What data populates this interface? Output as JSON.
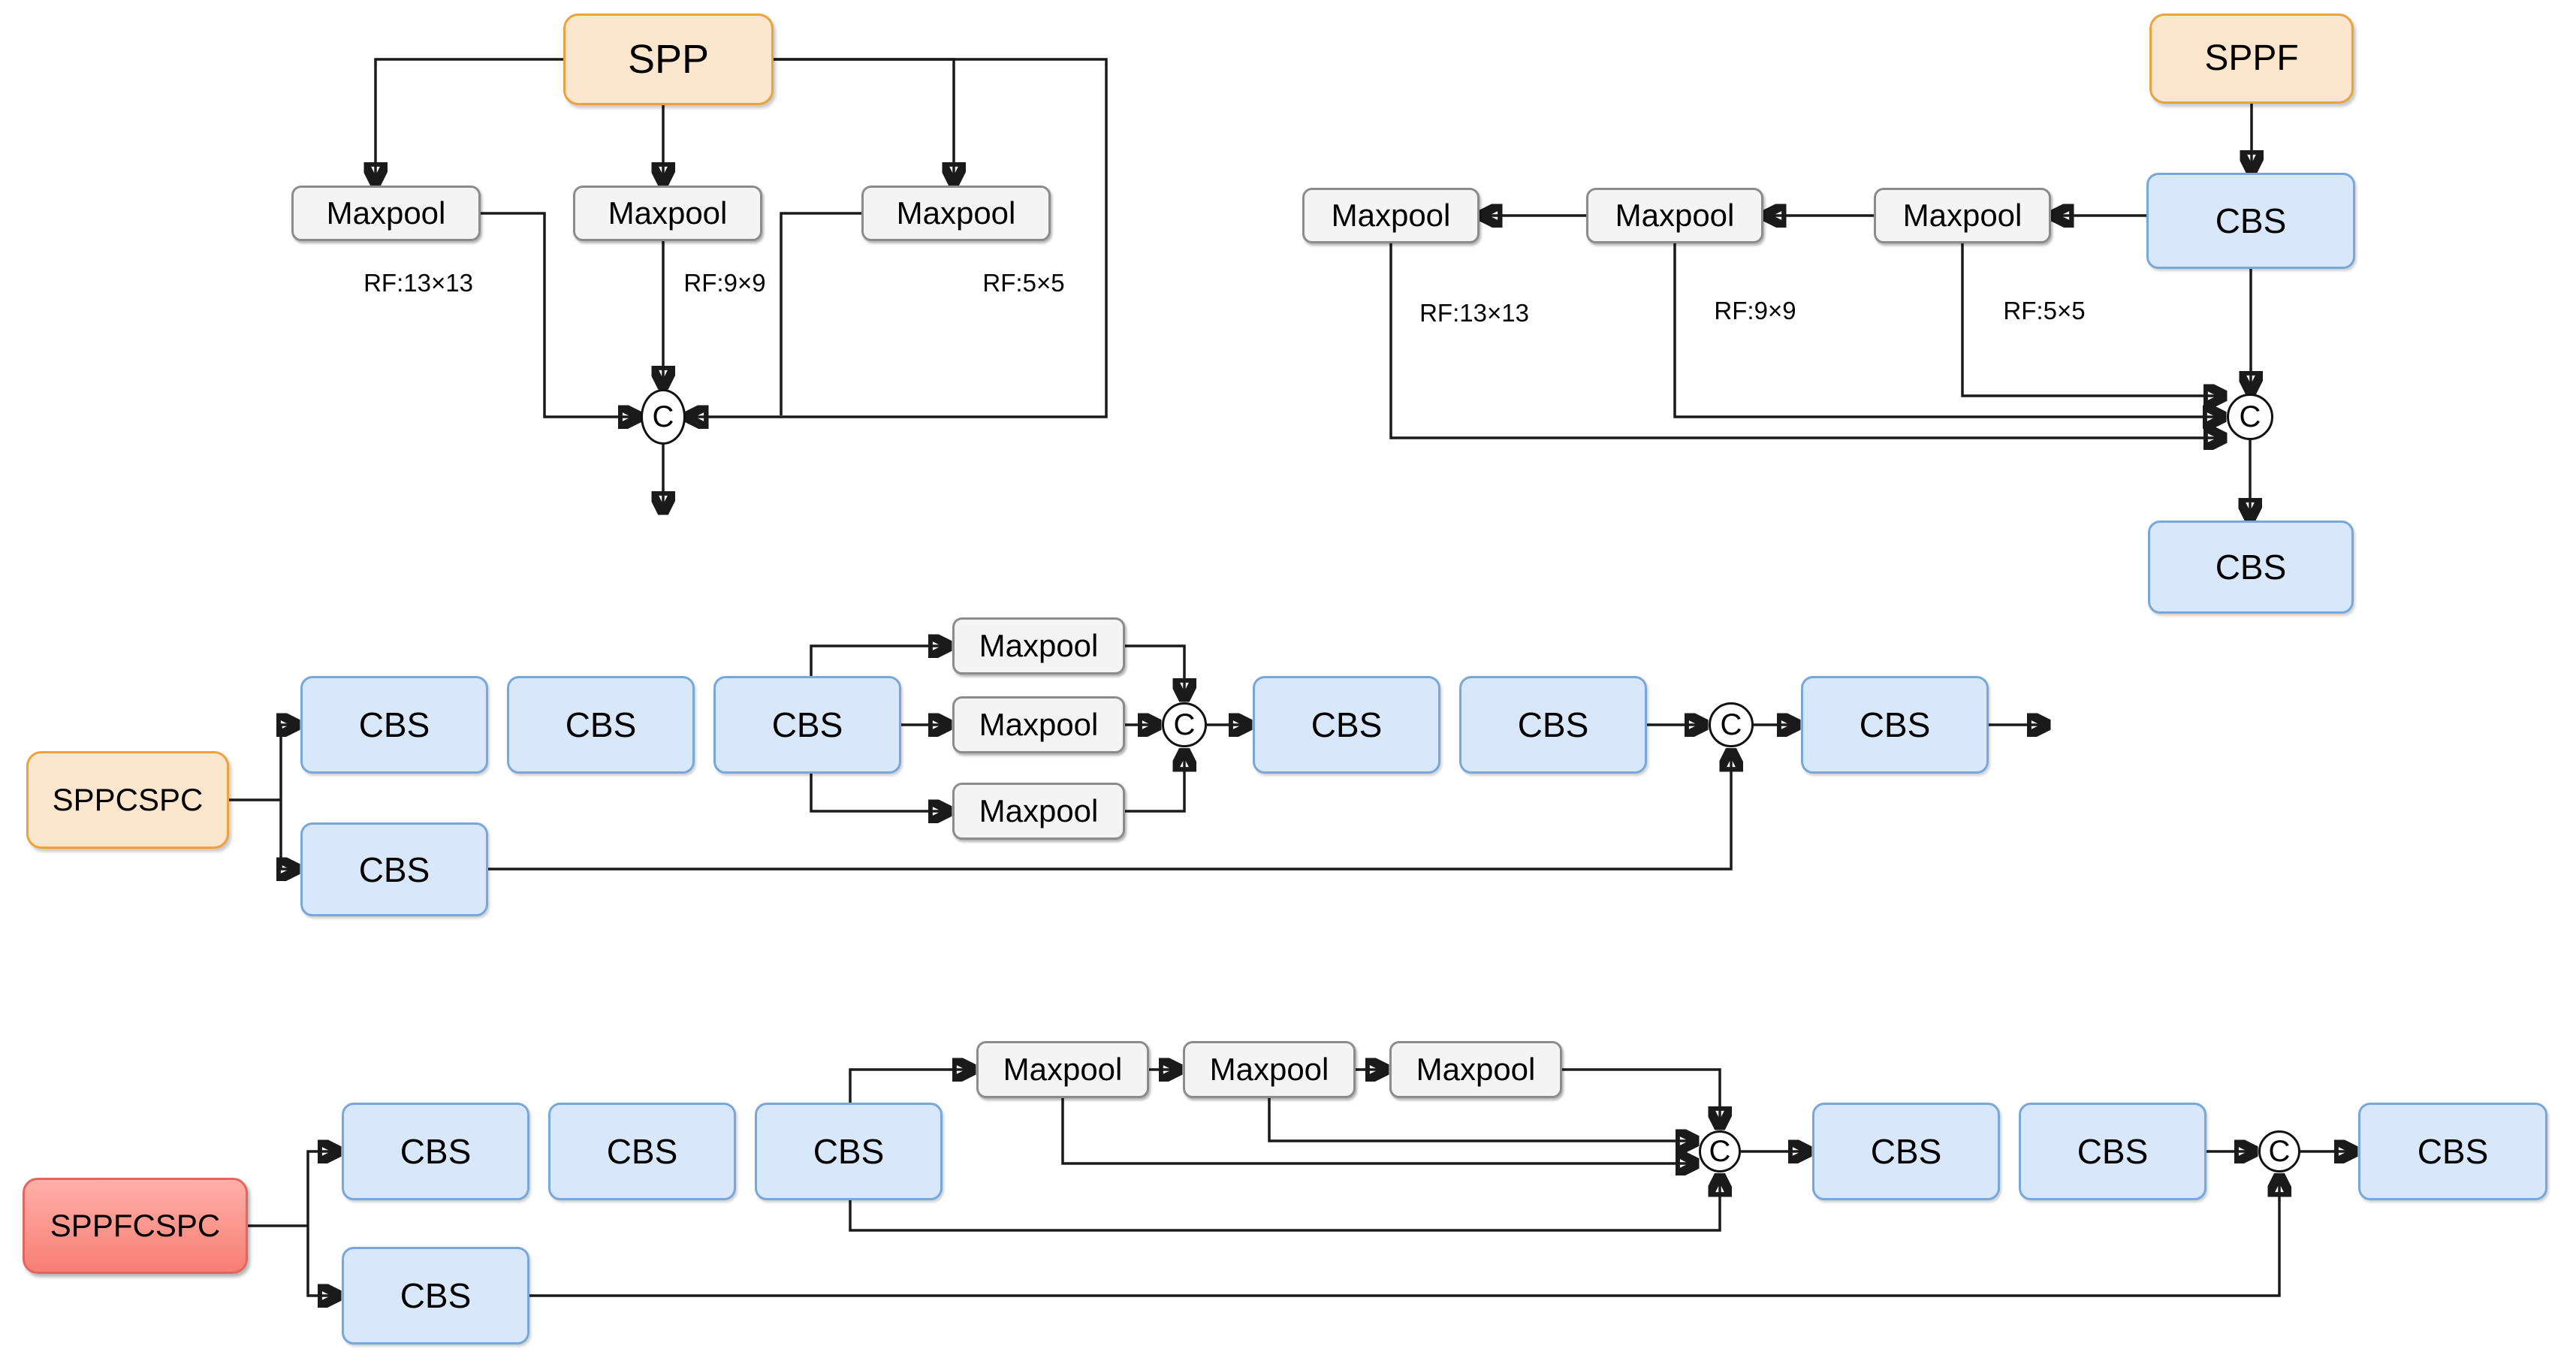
{
  "figure": {
    "background": "#ffffff",
    "line_color": "#1a1a1a"
  },
  "palette": {
    "orange_fill": "#fce6cd",
    "orange_border": "#eda33c",
    "blue_fill": "#d8e7f9",
    "blue_border": "#77a8dc",
    "gray_fill": "#f4f4f4",
    "gray_border": "#8c8c8c",
    "red_fill_top": "#ffb0a9",
    "red_fill_bottom": "#f77e74",
    "red_border": "#e3655e"
  },
  "spp": {
    "title": "SPP",
    "maxpool_labels": [
      "Maxpool",
      "Maxpool",
      "Maxpool"
    ],
    "rf_labels": [
      "RF:13×13",
      "RF:9×9",
      "RF:5×5"
    ],
    "concat_label": "C"
  },
  "sppf": {
    "title": "SPPF",
    "cbs_in_label": "CBS",
    "cbs_out_label": "CBS",
    "maxpool_labels": [
      "Maxpool",
      "Maxpool",
      "Maxpool"
    ],
    "rf_labels": [
      "RF:13×13",
      "RF:9×9",
      "RF:5×5"
    ],
    "concat_label": "C"
  },
  "sppcspc": {
    "title": "SPPCSPC",
    "branch_cbs_labels": [
      "CBS",
      "CBS",
      "CBS"
    ],
    "maxpool_labels": [
      "Maxpool",
      "Maxpool",
      "Maxpool"
    ],
    "concat1_label": "C",
    "post_cbs_labels": [
      "CBS",
      "CBS"
    ],
    "concat2_label": "C",
    "final_cbs_label": "CBS",
    "bypass_cbs_label": "CBS"
  },
  "sppfcspc": {
    "title": "SPPFCSPC",
    "branch_cbs_labels": [
      "CBS",
      "CBS",
      "CBS"
    ],
    "maxpool_labels": [
      "Maxpool",
      "Maxpool",
      "Maxpool"
    ],
    "concat1_label": "C",
    "post_cbs_labels": [
      "CBS",
      "CBS"
    ],
    "concat2_label": "C",
    "final_cbs_label": "CBS",
    "bypass_cbs_label": "CBS"
  }
}
